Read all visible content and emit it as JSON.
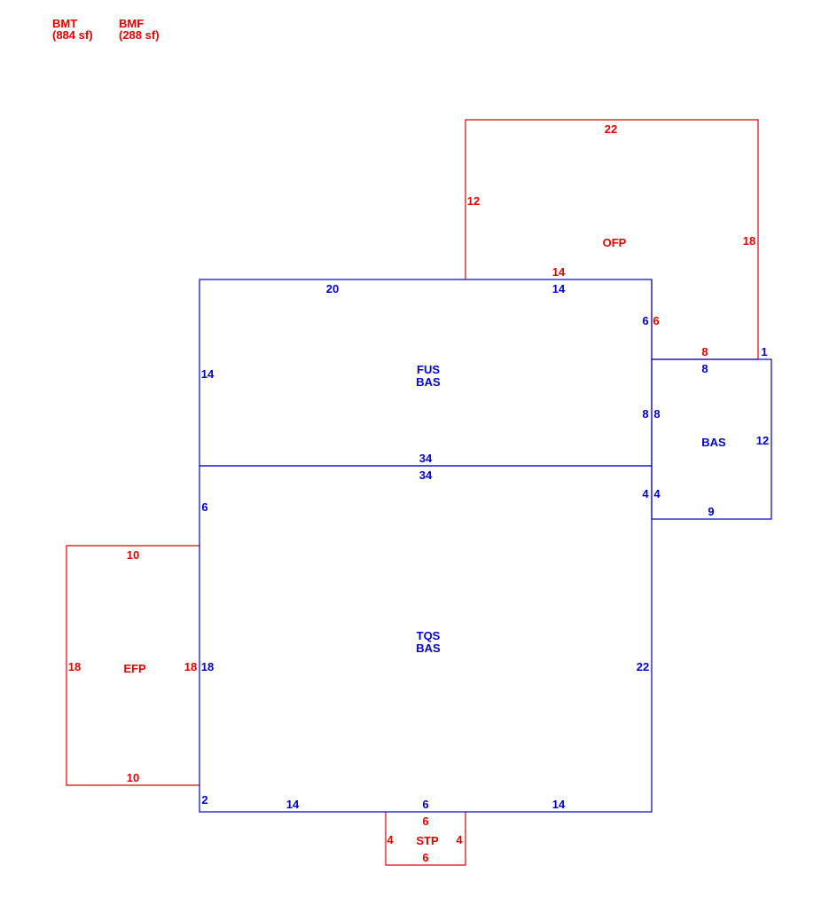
{
  "colors": {
    "red": "#e00000",
    "blue": "#0000cc"
  },
  "legend": [
    {
      "code": "BMT",
      "area": "(884 sf)"
    },
    {
      "code": "BMF",
      "area": "(288 sf)"
    }
  ],
  "areas": {
    "fus": {
      "line1": "FUS",
      "line2": "BAS"
    },
    "tqs": {
      "line1": "TQS",
      "line2": "BAS"
    },
    "bas": {
      "line1": "BAS"
    },
    "ofp": {
      "line1": "OFP"
    },
    "efp": {
      "line1": "EFP"
    },
    "stp": {
      "line1": "STP"
    }
  },
  "dims": {
    "ofp_top": "22",
    "ofp_left": "12",
    "ofp_right": "18",
    "ofp_bottom": "14",
    "ofp_inner": "6",
    "ofp_step": "8",
    "ofp_step_end": "1",
    "fus_top_left": "20",
    "fus_top_right": "14",
    "fus_left": "14",
    "fus_right_upper": "6",
    "fus_right_lower": "8",
    "fus_bottom": "34",
    "bas_top": "8",
    "bas_left": "8",
    "bas_right": "12",
    "bas_left_lower": "4",
    "bas_bottom": "9",
    "tqs_top": "34",
    "tqs_left_upper": "6",
    "tqs_left": "18",
    "tqs_right_upper": "4",
    "tqs_right": "22",
    "tqs_left_lower": "2",
    "tqs_bottom_left": "14",
    "tqs_bottom_mid": "6",
    "tqs_bottom_right": "14",
    "efp_top": "10",
    "efp_left": "18",
    "efp_right": "18",
    "efp_bottom": "10",
    "stp_top": "6",
    "stp_left": "4",
    "stp_right": "4",
    "stp_bottom": "6"
  }
}
